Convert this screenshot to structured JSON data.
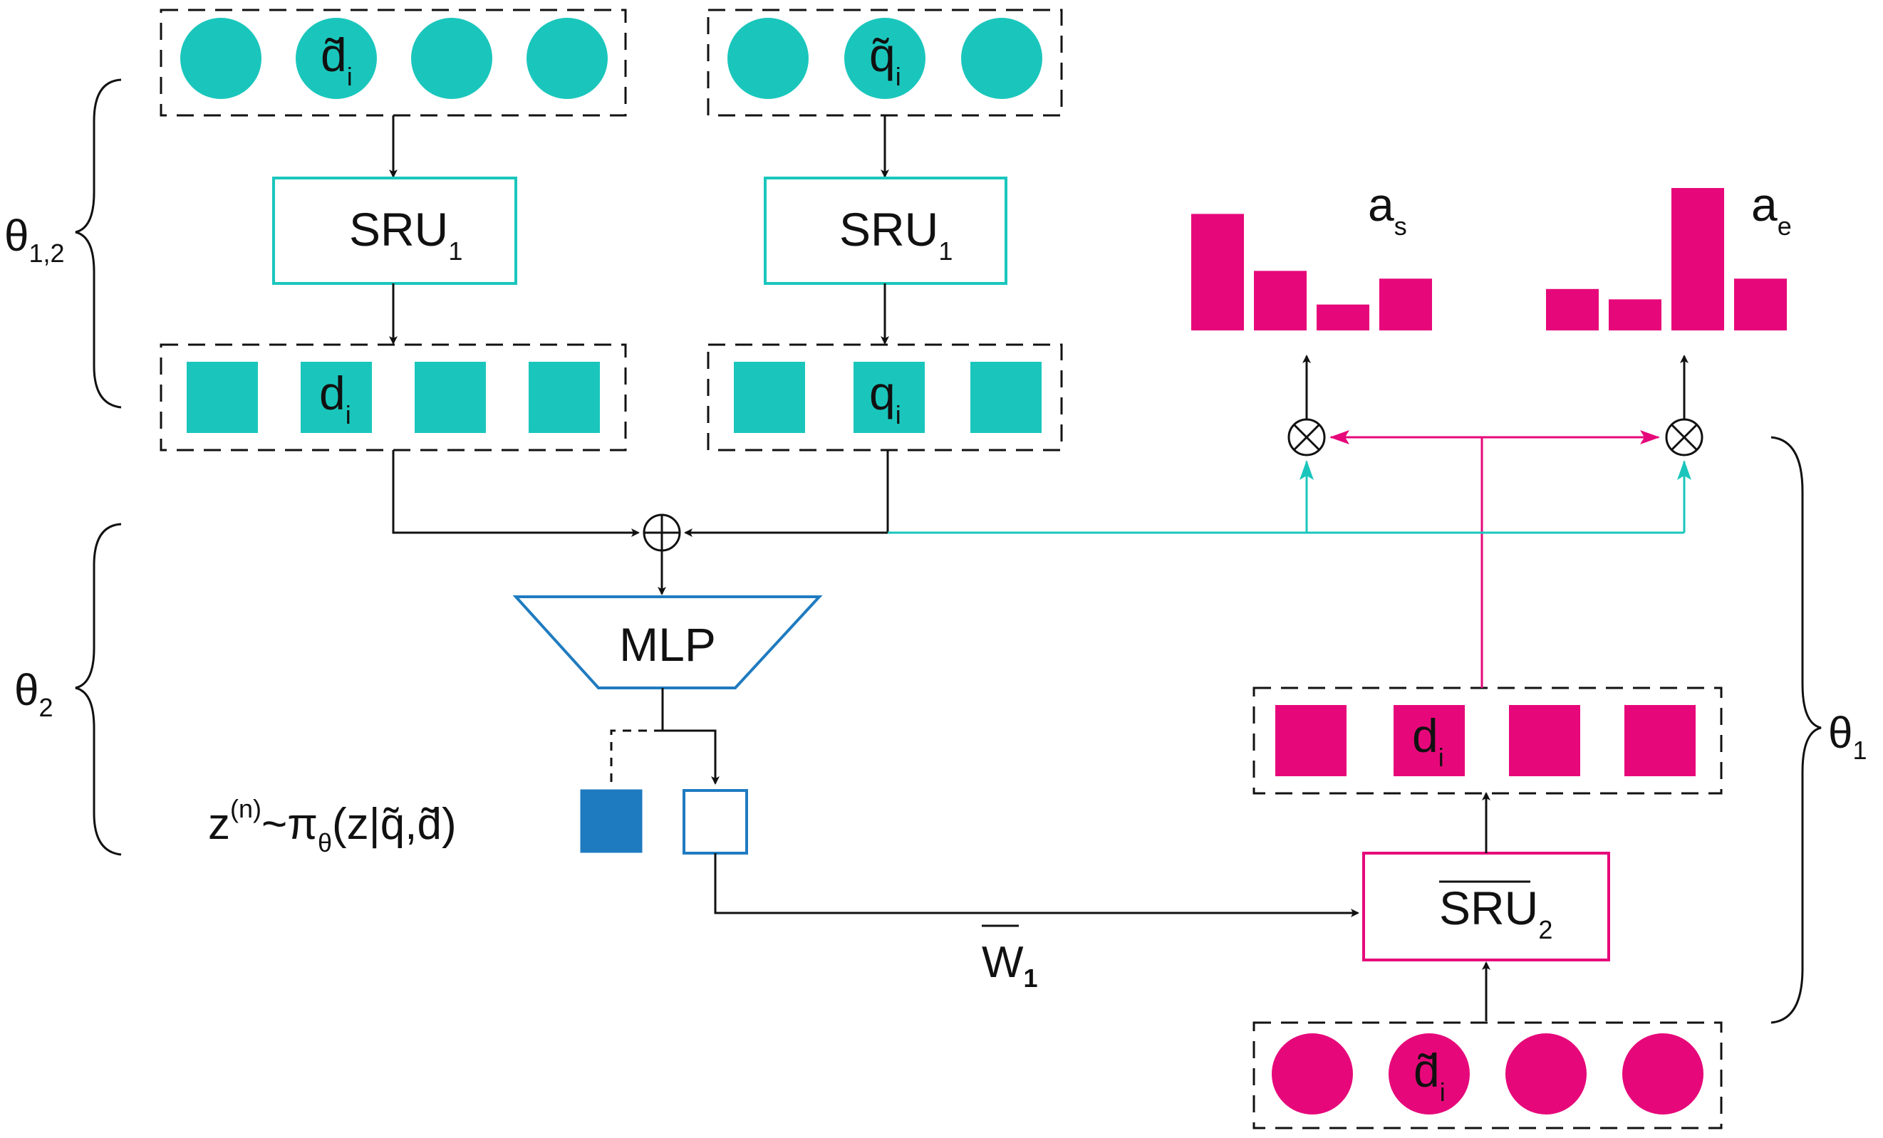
{
  "colors": {
    "teal": "#1ac6bc",
    "magenta": "#e6087a",
    "blue": "#1f7bc0",
    "black": "#111111"
  },
  "params": {
    "theta12": {
      "base": "θ",
      "sub": "1,2"
    },
    "theta2": {
      "base": "θ",
      "sub": "2"
    },
    "theta1": {
      "base": "θ",
      "sub": "1"
    }
  },
  "top_left": {
    "input_token": {
      "base": "d̃",
      "sub": "i"
    },
    "encoder": {
      "base": "SRU",
      "sub": "1"
    },
    "output_token": {
      "base": "d",
      "sub": "i"
    }
  },
  "top_right": {
    "input_token": {
      "base": "q̃",
      "sub": "i"
    },
    "encoder": {
      "base": "SRU",
      "sub": "1"
    },
    "output_token": {
      "base": "q",
      "sub": "i"
    }
  },
  "mlp": {
    "label": "MLP"
  },
  "sampling": {
    "lhs": "z",
    "sup": "(n)",
    "mid": "~π",
    "sub": "θ",
    "rhs": "(z|q̃,d̃)"
  },
  "weight": {
    "label": "W",
    "sub": "1"
  },
  "bottom_right": {
    "input_token": {
      "base": "d̃",
      "sub": "i"
    },
    "encoder": {
      "base": "SRU",
      "sub": "2"
    },
    "output_token": {
      "base": "d",
      "sub": "i"
    }
  },
  "outputs": {
    "start": {
      "base": "a",
      "sub": "s",
      "values": [
        0.45,
        0.23,
        0.1,
        0.2
      ]
    },
    "end": {
      "base": "a",
      "sub": "e",
      "values": [
        0.16,
        0.12,
        0.55,
        0.2
      ]
    }
  }
}
